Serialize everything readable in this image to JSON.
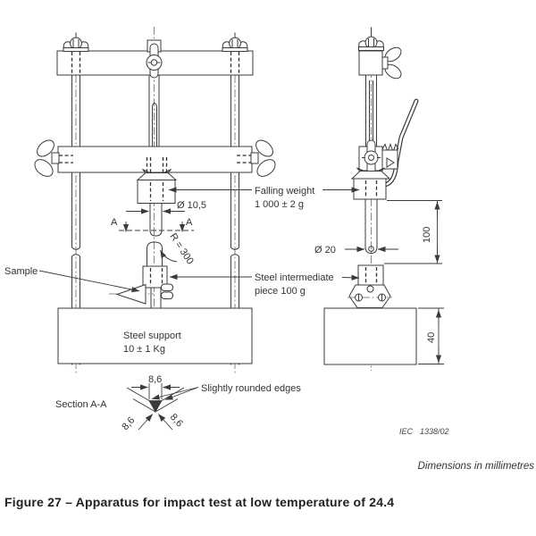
{
  "figure": {
    "caption": "Figure 27 – Apparatus for impact test at low temperature of 24.4",
    "units_note": "Dimensions in millimetres",
    "reference_org": "IEC",
    "reference_num": "1338/02"
  },
  "left_view": {
    "sample_label": "Sample",
    "support_label_line1": "Steel support",
    "support_label_line2": "10 ± 1 Kg",
    "rod_diameter": "Ø 10,5",
    "striker_radius": "R = 300",
    "section_mark_left": "A",
    "section_mark_right": "A"
  },
  "shared_labels": {
    "falling_weight_line1": "Falling weight",
    "falling_weight_line2": "1 000 ± 2 g",
    "intermediate_line1": "Steel intermediate",
    "intermediate_line2": "piece 100 g"
  },
  "right_view": {
    "pin_diameter": "Ø 20",
    "drop_height": "100",
    "support_height": "40"
  },
  "section_detail": {
    "title": "Section A-A",
    "note": "Slightly rounded edges",
    "top_width": "8,6",
    "left_side": "8,6",
    "right_side": "8,6"
  },
  "colors": {
    "line": "#3b3b3b",
    "background": "#ffffff"
  }
}
